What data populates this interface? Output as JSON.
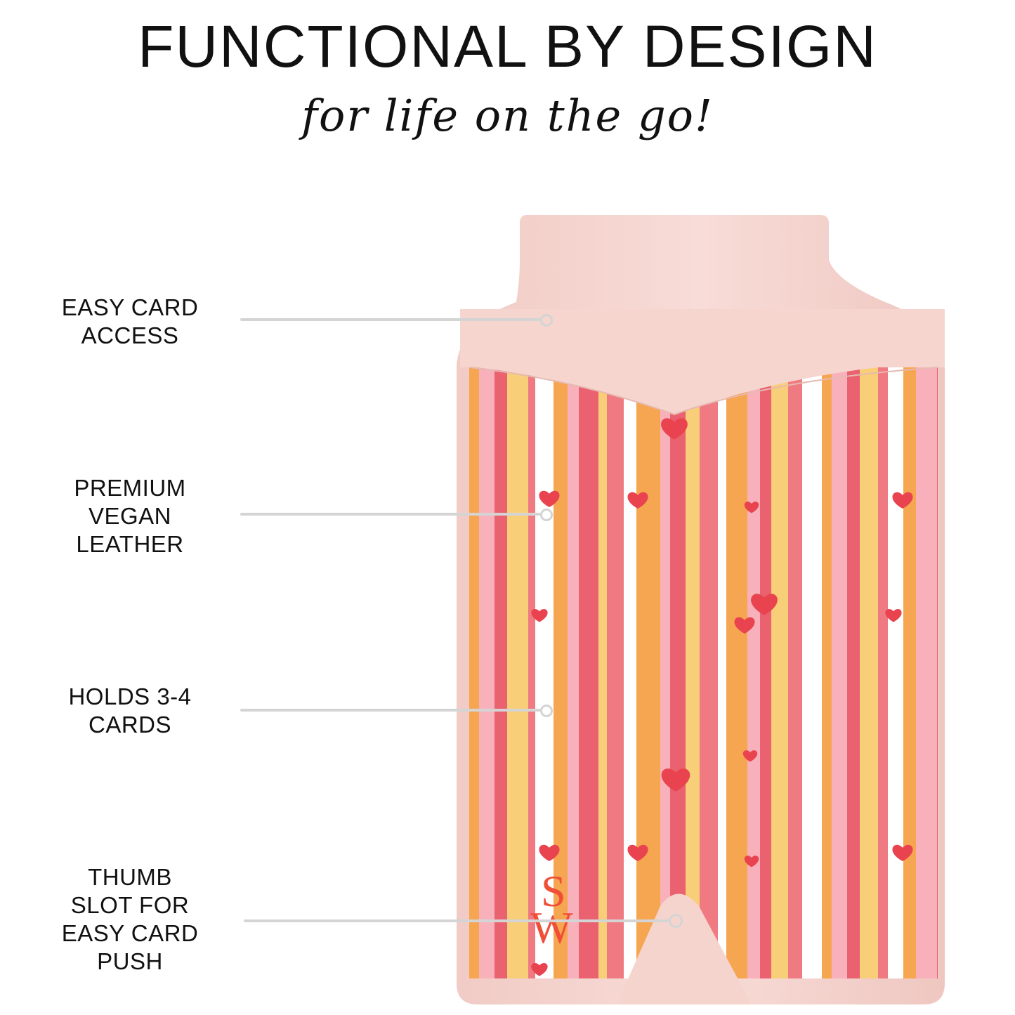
{
  "header": {
    "title": "FUNCTIONAL BY DESIGN",
    "subtitle": "for life on the go!"
  },
  "features": [
    {
      "lines": [
        "EASY CARD",
        "ACCESS"
      ]
    },
    {
      "lines": [
        "PREMIUM",
        "VEGAN",
        "LEATHER"
      ]
    },
    {
      "lines": [
        "HOLDS 3-4",
        "CARDS"
      ]
    },
    {
      "lines": [
        "THUMB",
        "SLOT FOR",
        "EASY CARD",
        "PUSH"
      ]
    }
  ],
  "product": {
    "monogram": "SW",
    "leather_color": "#f8d8d3",
    "stripe_colors": [
      "#f7c96a",
      "#ee6b73",
      "#ffffff",
      "#f59b3e",
      "#f7a9b2",
      "#e8505f"
    ],
    "heart_color": "#e8434f",
    "monogram_color": "#f04e37"
  }
}
